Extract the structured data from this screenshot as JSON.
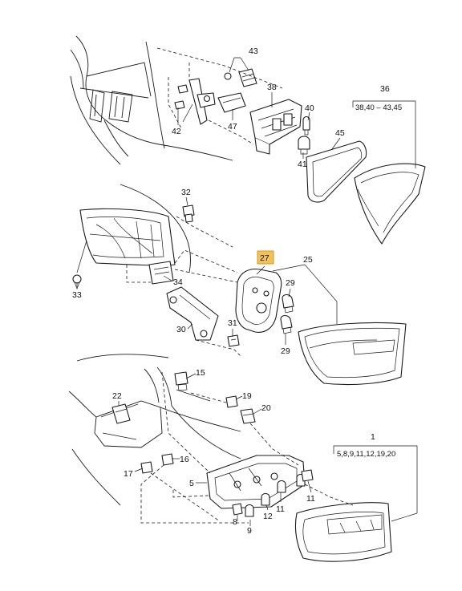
{
  "diagram": {
    "callouts": [
      {
        "id": "c43",
        "text": "43"
      },
      {
        "id": "c38",
        "text": "38"
      },
      {
        "id": "c36",
        "text": "36"
      },
      {
        "id": "c36sub",
        "text": "38,40 – 43,45"
      },
      {
        "id": "c40",
        "text": "40"
      },
      {
        "id": "c42",
        "text": "42"
      },
      {
        "id": "c47",
        "text": "47"
      },
      {
        "id": "c45",
        "text": "45"
      },
      {
        "id": "c41",
        "text": "41"
      },
      {
        "id": "c32",
        "text": "32"
      },
      {
        "id": "c27",
        "text": "27",
        "highlighted": true
      },
      {
        "id": "c25",
        "text": "25"
      },
      {
        "id": "c34",
        "text": "34"
      },
      {
        "id": "c33",
        "text": "33"
      },
      {
        "id": "c29a",
        "text": "29"
      },
      {
        "id": "c29b",
        "text": "29"
      },
      {
        "id": "c30",
        "text": "30"
      },
      {
        "id": "c31",
        "text": "31"
      },
      {
        "id": "c15",
        "text": "15"
      },
      {
        "id": "c22",
        "text": "22"
      },
      {
        "id": "c19",
        "text": "19"
      },
      {
        "id": "c20",
        "text": "20"
      },
      {
        "id": "c1",
        "text": "1"
      },
      {
        "id": "c1sub",
        "text": "5,8,9,11,12,19,20"
      },
      {
        "id": "c16",
        "text": "16"
      },
      {
        "id": "c17",
        "text": "17"
      },
      {
        "id": "c5",
        "text": "5"
      },
      {
        "id": "c11a",
        "text": "11"
      },
      {
        "id": "c11b",
        "text": "11"
      },
      {
        "id": "c12",
        "text": "12"
      },
      {
        "id": "c8",
        "text": "8"
      },
      {
        "id": "c9",
        "text": "9"
      }
    ],
    "highlight_color": "#f0c35a"
  }
}
